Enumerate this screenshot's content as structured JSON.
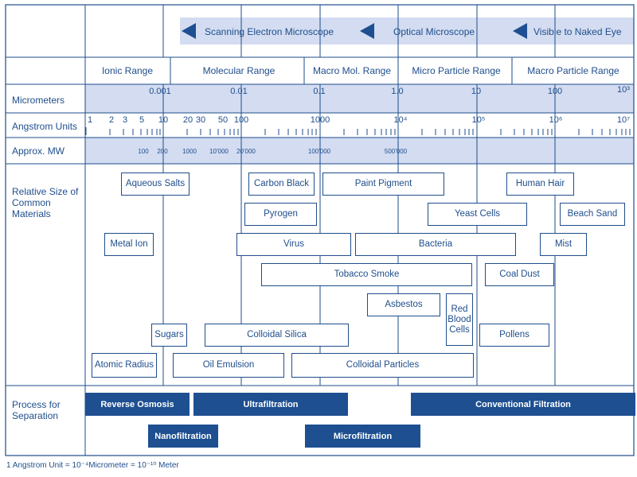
{
  "microscopes": [
    {
      "label": "Scanning Electron Microscope",
      "icon": "arrow-left-icon"
    },
    {
      "label": "Optical Microscope",
      "icon": "arrow-left-icon"
    },
    {
      "label": "Visible to Naked Eye",
      "icon": "arrow-left-icon"
    }
  ],
  "ranges": [
    "Ionic Range",
    "Molecular Range",
    "Macro Mol. Range",
    "Micro Particle Range",
    "Macro Particle Range"
  ],
  "rows": {
    "micrometers": "Micrometers",
    "angstrom": "Angstrom Units",
    "mw": "Approx. MW",
    "relative": "Relative Size of Common Materials",
    "process": "Process for Separation"
  },
  "micrometer_ticks": [
    "0.001",
    "0.01",
    "0.1",
    "1.0",
    "10",
    "100",
    "10³"
  ],
  "angstrom_ticks": [
    "1",
    "2",
    "3",
    "5",
    "10",
    "20",
    "30",
    "50",
    "100",
    "1000",
    "10⁴",
    "10⁵",
    "10⁶",
    "10⁷"
  ],
  "mw_ticks": [
    "100",
    "200",
    "1000",
    "10'000",
    "20'000",
    "100'000",
    "500'000"
  ],
  "materials": [
    "Aqueous Salts",
    "Carbon Black",
    "Paint Pigment",
    "Human Hair",
    "Pyrogen",
    "Yeast Cells",
    "Beach Sand",
    "Metal Ion",
    "Virus",
    "Bacteria",
    "Mist",
    "Tobacco Smoke",
    "Coal Dust",
    "Asbestos",
    "Red Blood Cells",
    "Sugars",
    "Colloidal Silica",
    "Pollens",
    "Atomic Radius",
    "Oil Emulsion",
    "Colloidal Particles"
  ],
  "processes": [
    "Reverse Osmosis",
    "Ultrafiltration",
    "Conventional Filtration",
    "Nanofiltration",
    "Microfiltration"
  ],
  "footnote": "1 Angstrom Unit = 10⁻⁴Micrometer = 10⁻¹⁰ Meter",
  "colors": {
    "primary": "#1f4e8c",
    "band": "#d3dcf1",
    "process": "#1d4f91"
  }
}
